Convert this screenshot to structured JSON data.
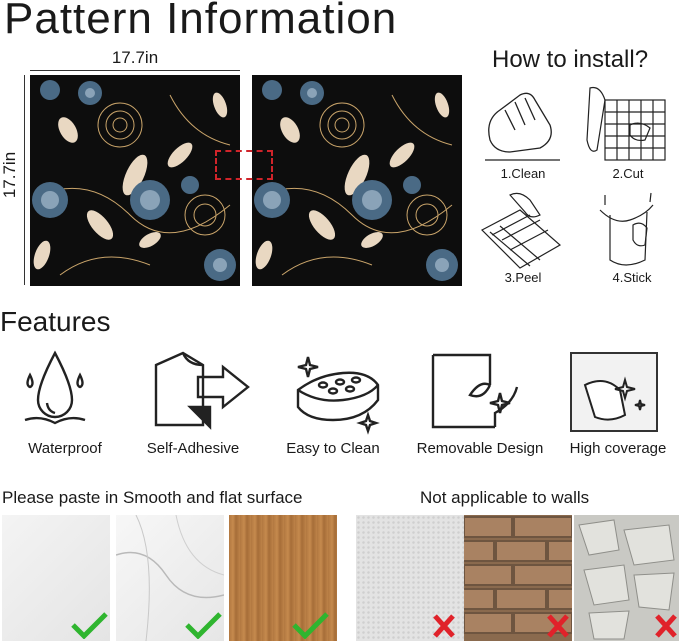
{
  "title": "Pattern Information",
  "dimensions": {
    "width": "17.7in",
    "height": "17.7in"
  },
  "how_to": {
    "title": "How to install?",
    "steps": [
      "1.Clean",
      "2.Cut",
      "3.Peel",
      "4.Stick"
    ]
  },
  "features": {
    "title": "Features",
    "items": [
      "Waterproof",
      "Self-Adhesive",
      "Easy to Clean",
      "Removable Design",
      "High coverage"
    ]
  },
  "surfaces": {
    "good_title": "Please paste in Smooth and flat surface",
    "bad_title": "Not applicable to walls"
  },
  "colors": {
    "check": "#2fb52f",
    "cross": "#e0222a",
    "pattern_bg": "#0d0d0d",
    "flower_blue": "#4a6a85",
    "leaf_cream": "#e9d8c2",
    "gold": "#c9a46a"
  }
}
